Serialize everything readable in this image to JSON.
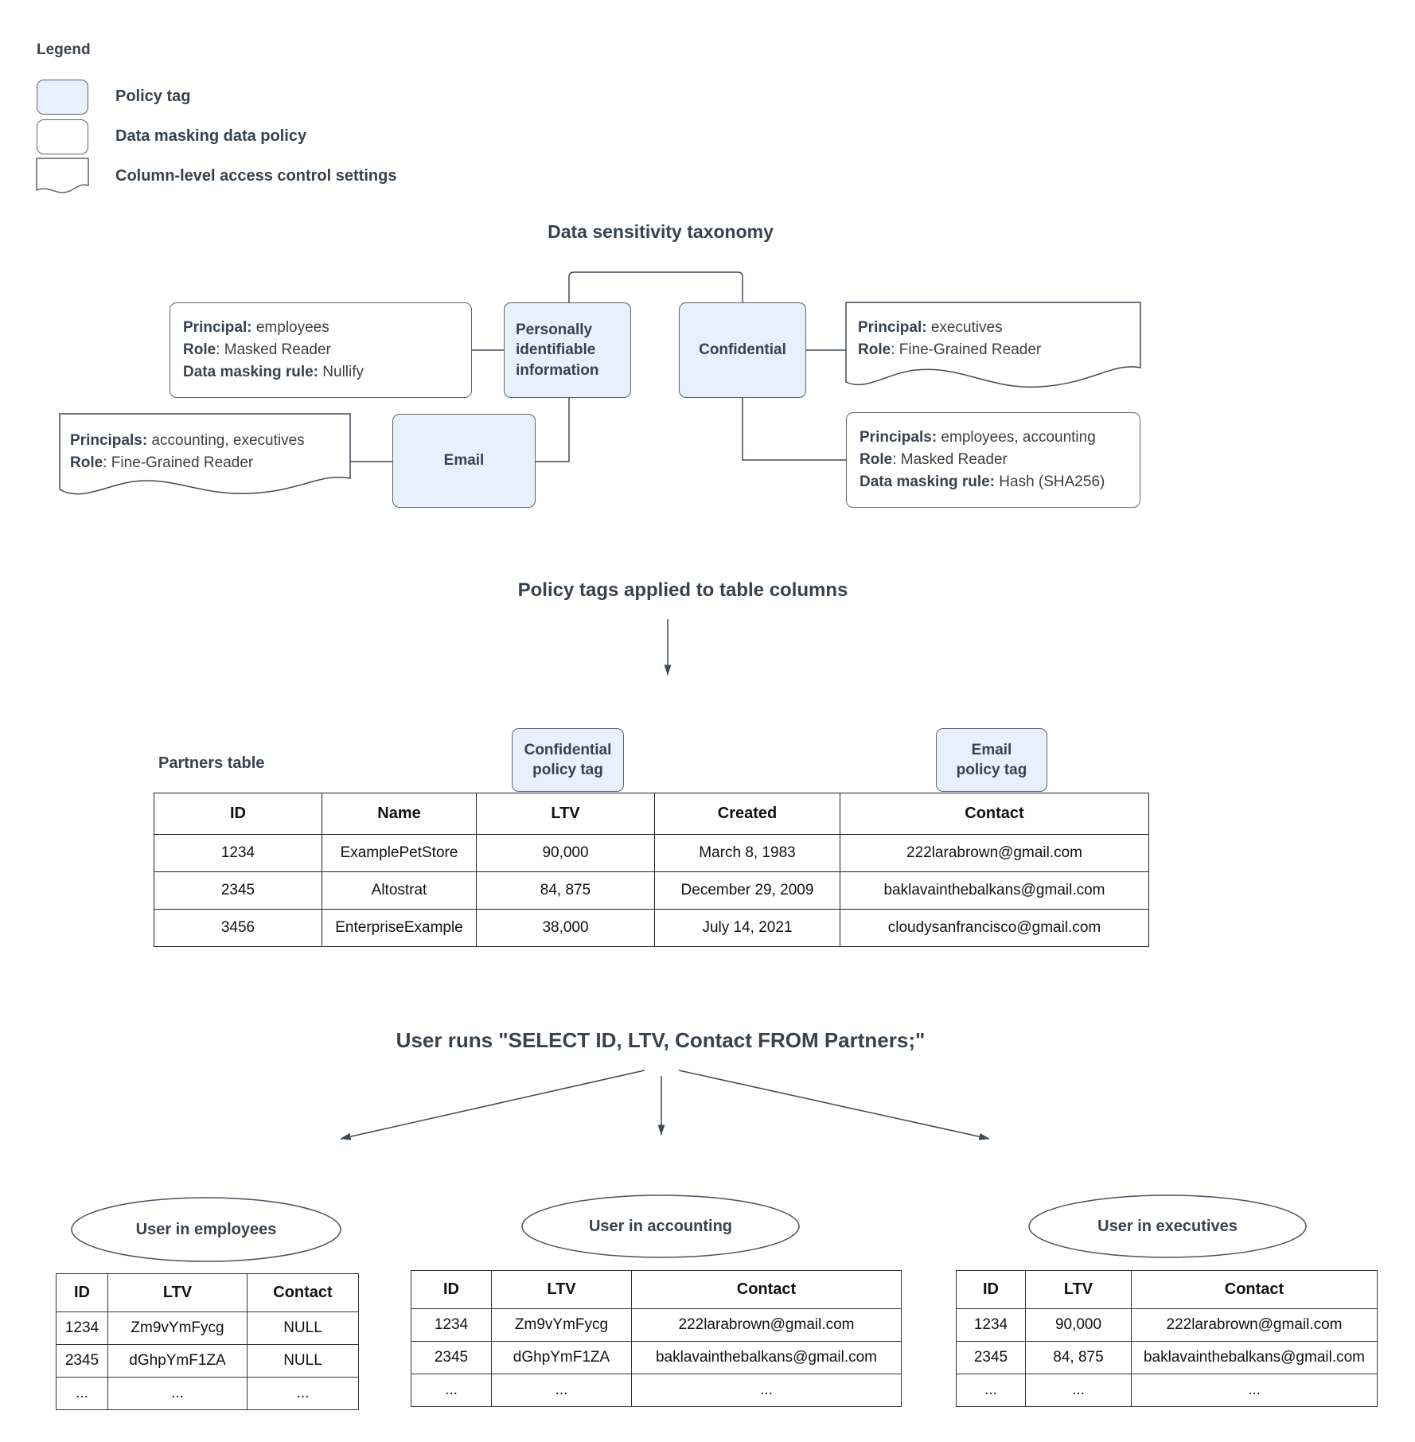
{
  "legend": {
    "title": "Legend",
    "items": [
      {
        "label": "Policy tag",
        "swatch": "policy-tag-swatch"
      },
      {
        "label": "Data masking data policy",
        "swatch": "data-masking-policy-swatch"
      },
      {
        "label": "Column-level access control settings",
        "swatch": "access-control-swatch"
      }
    ]
  },
  "taxonomy": {
    "title": "Data sensitivity taxonomy",
    "pii_tag": "Personally identifiable information",
    "confidential_tag": "Confidential",
    "email_tag": "Email",
    "nullify_policy": {
      "lines": [
        {
          "b": "Principal:",
          "t": " employees"
        },
        {
          "b": "Role",
          "t": ": Masked Reader"
        },
        {
          "b": "Data masking rule:",
          "t": " Nullify"
        }
      ]
    },
    "exec_access": {
      "lines": [
        {
          "b": "Principal:",
          "t": " executives"
        },
        {
          "b": "Role",
          "t": ": Fine-Grained Reader"
        }
      ]
    },
    "acct_exec_access": {
      "lines": [
        {
          "b": "Principals:",
          "t": " accounting, executives"
        },
        {
          "b": "Role",
          "t": ": Fine-Grained Reader"
        }
      ]
    },
    "hash_policy": {
      "lines": [
        {
          "b": "Principals:",
          "t": " employees, accounting"
        },
        {
          "b": "Role",
          "t": ": Masked Reader"
        },
        {
          "b": "Data masking rule:",
          "t": " Hash (SHA256)"
        }
      ]
    }
  },
  "applied": {
    "title": "Policy tags applied to table columns",
    "table_label": "Partners table",
    "confidential_tag": {
      "line1": "Confidential",
      "line2": "policy tag"
    },
    "email_tag": {
      "line1": "Email",
      "line2": "policy tag"
    },
    "partners": {
      "headers": [
        "ID",
        "Name",
        "LTV",
        "Created",
        "Contact"
      ],
      "rows": [
        [
          "1234",
          "ExamplePetStore",
          "90,000",
          "March 8, 1983",
          "222larabrown@gmail.com"
        ],
        [
          "2345",
          "Altostrat",
          "84, 875",
          "December 29, 2009",
          "baklavainthebalkans@gmail.com"
        ],
        [
          "3456",
          "EnterpriseExample",
          "38,000",
          "July 14, 2021",
          "cloudysanfrancisco@gmail.com"
        ]
      ]
    }
  },
  "query": {
    "title": "User runs \"SELECT ID, LTV, Contact FROM Partners;\"",
    "results": [
      {
        "group": "User in employees",
        "headers": [
          "ID",
          "LTV",
          "Contact"
        ],
        "rows": [
          [
            "1234",
            "Zm9vYmFycg",
            "NULL"
          ],
          [
            "2345",
            "dGhpYmF1ZA",
            "NULL"
          ],
          [
            "...",
            "...",
            "..."
          ]
        ]
      },
      {
        "group": "User in accounting",
        "headers": [
          "ID",
          "LTV",
          "Contact"
        ],
        "rows": [
          [
            "1234",
            "Zm9vYmFycg",
            "222larabrown@gmail.com"
          ],
          [
            "2345",
            "dGhpYmF1ZA",
            "baklavainthebalkans@gmail.com"
          ],
          [
            "...",
            "...",
            "..."
          ]
        ]
      },
      {
        "group": "User in executives",
        "headers": [
          "ID",
          "LTV",
          "Contact"
        ],
        "rows": [
          [
            "1234",
            "90,000",
            "222larabrown@gmail.com"
          ],
          [
            "2345",
            "84, 875",
            "baklavainthebalkans@gmail.com"
          ],
          [
            "...",
            "...",
            "..."
          ]
        ]
      }
    ]
  },
  "colors": {
    "policy_tag_fill": "#e8f0fe",
    "border_gray": "#5f6368",
    "connector": "#3f4a56",
    "text": "#37424e"
  }
}
